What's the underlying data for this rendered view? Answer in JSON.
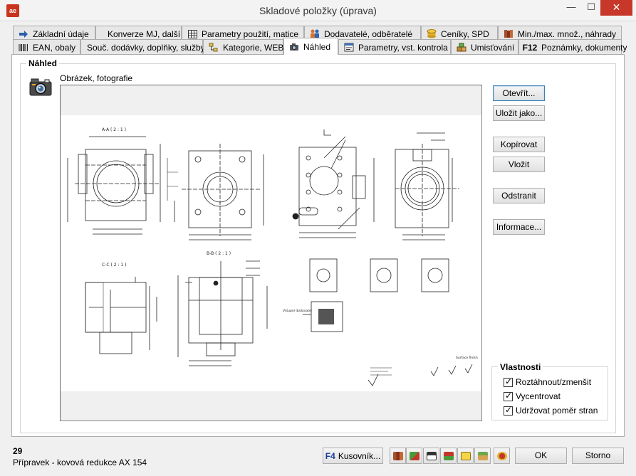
{
  "window": {
    "title": "Skladové položky (úprava)",
    "app_icon_text": "ae",
    "minimize": "—",
    "maximize": "☐",
    "close": "✕"
  },
  "tabs_row1": [
    {
      "label": "Základní údaje",
      "icon": "arrow-right-icon"
    },
    {
      "label": "Konverze MJ, další",
      "icon": ""
    },
    {
      "label": "Parametry použití, matice",
      "icon": "grid-icon"
    },
    {
      "label": "Dodavatelé, odběratelé",
      "icon": "people-icon"
    },
    {
      "label": "Ceníky, SPD",
      "icon": "coins-icon"
    },
    {
      "label": "Min./max. množ., náhrady",
      "icon": "books-icon"
    }
  ],
  "tabs_row2": [
    {
      "label": "EAN, obaly",
      "icon": "barcode-icon"
    },
    {
      "label": "Souč. dodávky, doplňky, služby",
      "icon": ""
    },
    {
      "label": "Kategorie, WEB",
      "icon": "tree-icon"
    },
    {
      "label": "Náhled",
      "icon": "camera-icon",
      "active": true
    },
    {
      "label": "Parametry, vst. kontrola",
      "icon": "form-icon"
    },
    {
      "label": "Umisťování",
      "icon": "boxes-icon"
    },
    {
      "label": "Poznámky, dokumenty",
      "icon": "f12-icon",
      "key": "F12"
    }
  ],
  "preview": {
    "group_title": "Náhled",
    "image_label": "Obrázek, fotografie"
  },
  "buttons": {
    "open": "Otevřít...",
    "save_as": "Uložit jako...",
    "copy": "Kopírovat",
    "paste": "Vložit",
    "remove": "Odstranit",
    "info": "Informace..."
  },
  "properties": {
    "title": "Vlastnosti",
    "options": [
      {
        "label": "Roztáhnout/zmenšit",
        "checked": true
      },
      {
        "label": "Vycentrovat",
        "checked": true
      },
      {
        "label": "Udržovat poměr stran",
        "checked": true
      }
    ]
  },
  "drawing": {
    "section_aa": "A-A ( 2 : 1 )",
    "section_cc": "C-C ( 2 : 1 )",
    "section_bb": "B-B ( 2 : 1 )",
    "surface_finish": "Surface finish",
    "note": "Vstupní dodavatel"
  },
  "footer": {
    "item_id": "29",
    "item_name": "Přípravek - kovová redukce AX 154",
    "kusovnik_key": "F4",
    "kusovnik_label": "Kusovník...",
    "ok": "OK",
    "cancel": "Storno"
  },
  "colors": {
    "accent": "#3c7fb1",
    "close_red": "#c7382a",
    "app_icon": "#c8341e"
  }
}
